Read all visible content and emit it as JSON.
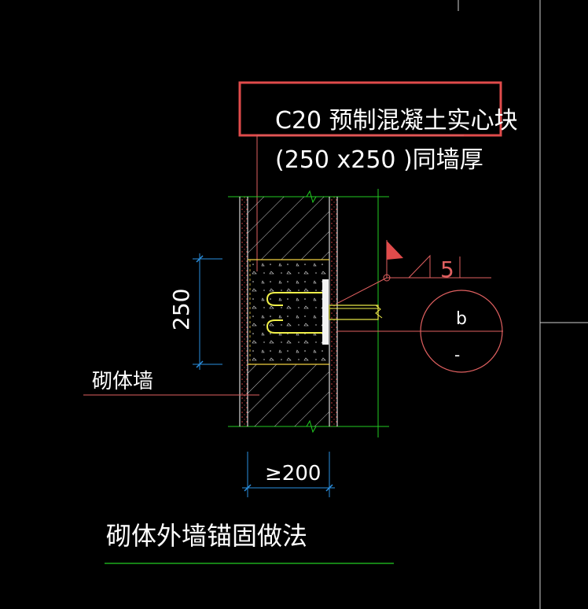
{
  "drawing": {
    "title": "砌体外墙锚固做法",
    "callout_line1": "C20 预制混凝土实心块",
    "callout_line2": "(250 x250 )同墙厚",
    "wall_label": "砌体墙",
    "dim_vertical": "250",
    "dim_horizontal": "≥200",
    "weld_size": "5",
    "section_mark_top": "b",
    "section_mark_bottom": "-"
  },
  "colors": {
    "background": "#000000",
    "highlight_box": "#e04b4b",
    "text": "#ffffff",
    "wall_lines": "#ffffff",
    "green_lines": "#22cc22",
    "dimension": "#2a8fe0",
    "leader": "#e06060",
    "rebar": "#f0f04a",
    "steel_plate": "#f2f2f2"
  }
}
